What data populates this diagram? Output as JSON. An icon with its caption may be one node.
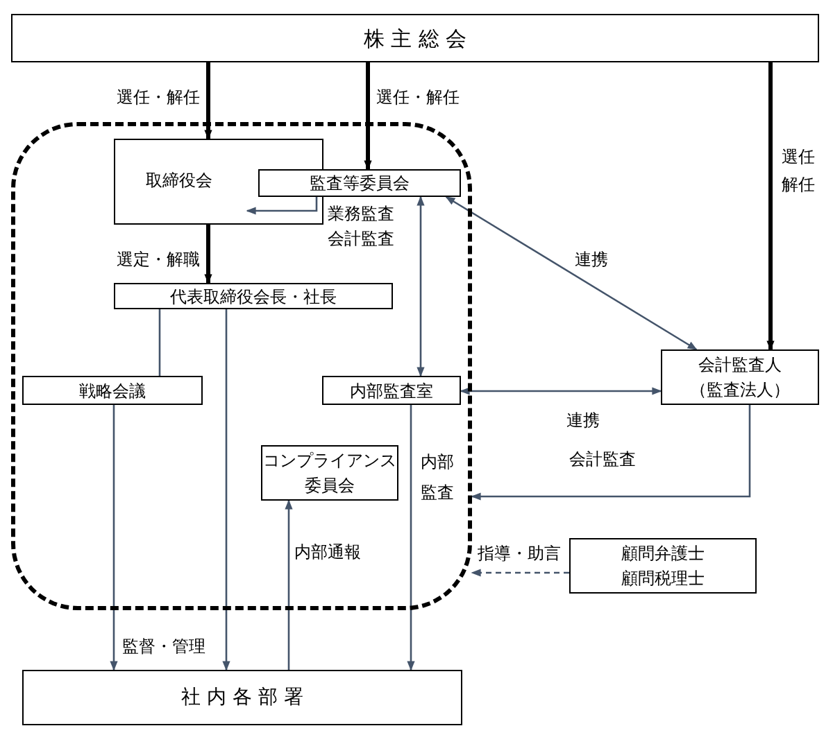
{
  "diagram": {
    "nodes": [
      {
        "text": [
          "株 主 総 会"
        ]
      },
      {
        "text": [],
        "shape": "box"
      },
      {
        "text": [
          "取締役会"
        ],
        "in": 1
      },
      {
        "text": [
          "監査等委員会"
        ],
        "in": 1
      },
      {
        "text": [
          "代表取締役会長・社長"
        ],
        "in": 1
      },
      {
        "text": [
          "戦略会議"
        ],
        "in": 1
      },
      {
        "text": [
          "内部監査室"
        ],
        "in": 1
      },
      {
        "text": [
          "コンプライアンス委員会"
        ],
        "in": 1
      },
      {
        "text": [
          "会計監査人（監査法人）"
        ]
      },
      {
        "text": [
          "顧問弁護士",
          "顧問税理士"
        ]
      },
      {
        "text": [
          "社 内 各 部 署"
        ]
      }
    ],
    "edges": [
      {
        "from": 0,
        "to": 2,
        "arrow": "to",
        "label": "選任・解任",
        "style": "thick",
        "color": "#000000"
      },
      {
        "from": 0,
        "to": 3,
        "arrow": "to",
        "label": "選任・解任",
        "style": "thick",
        "color": "#000000"
      },
      {
        "from": 0,
        "to": 8,
        "arrow": "to",
        "label": "選任解任",
        "style": "thick",
        "color": "#000000"
      },
      {
        "from": 3,
        "to": 2,
        "arrow": "to",
        "label": "業務監査会計監査"
      },
      {
        "from": 2,
        "to": 4,
        "arrow": "to",
        "label": "選定・解職",
        "style": "thick",
        "color": "#000000"
      },
      {
        "from": 4,
        "to": 5,
        "arrow": "none"
      },
      {
        "from": 4,
        "to": 10,
        "arrow": "to"
      },
      {
        "from": 3,
        "to": 6,
        "arrow": "both"
      },
      {
        "from": 3,
        "to": 8,
        "arrow": "both",
        "label": "連携"
      },
      {
        "from": 6,
        "to": 8,
        "arrow": "both",
        "label": "連携"
      },
      {
        "from": 8,
        "to": 1,
        "arrow": "to",
        "label": "会計監査"
      },
      {
        "from": 5,
        "to": 10,
        "arrow": "to",
        "label": "監督・管理"
      },
      {
        "from": 10,
        "to": 7,
        "arrow": "to",
        "label": "内部通報"
      },
      {
        "from": 6,
        "to": 10,
        "arrow": "to",
        "label": "内部監査"
      },
      {
        "from": 9,
        "to": 1,
        "arrow": "to",
        "label": "指導・助言",
        "style": "dashed"
      }
    ]
  }
}
